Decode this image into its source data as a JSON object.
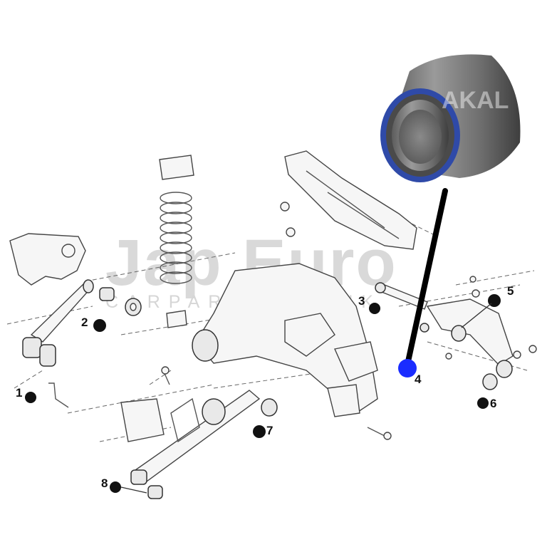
{
  "watermark": {
    "brand": "Jap Euro",
    "sub": "CARPARTS.CO.UK",
    "photo_mark": "AKAL"
  },
  "callouts": [
    {
      "number": "1",
      "highlighted": false
    },
    {
      "number": "2",
      "highlighted": false
    },
    {
      "number": "3",
      "highlighted": false
    },
    {
      "number": "4",
      "highlighted": true
    },
    {
      "number": "5",
      "highlighted": false
    },
    {
      "number": "6",
      "highlighted": false
    },
    {
      "number": "7",
      "highlighted": false
    },
    {
      "number": "8",
      "highlighted": false
    }
  ],
  "colors": {
    "highlight_dot": "#1a2cff",
    "normal_dot": "#111111",
    "leader_line": "#000000",
    "bushing_ring": "#2a52c8"
  }
}
